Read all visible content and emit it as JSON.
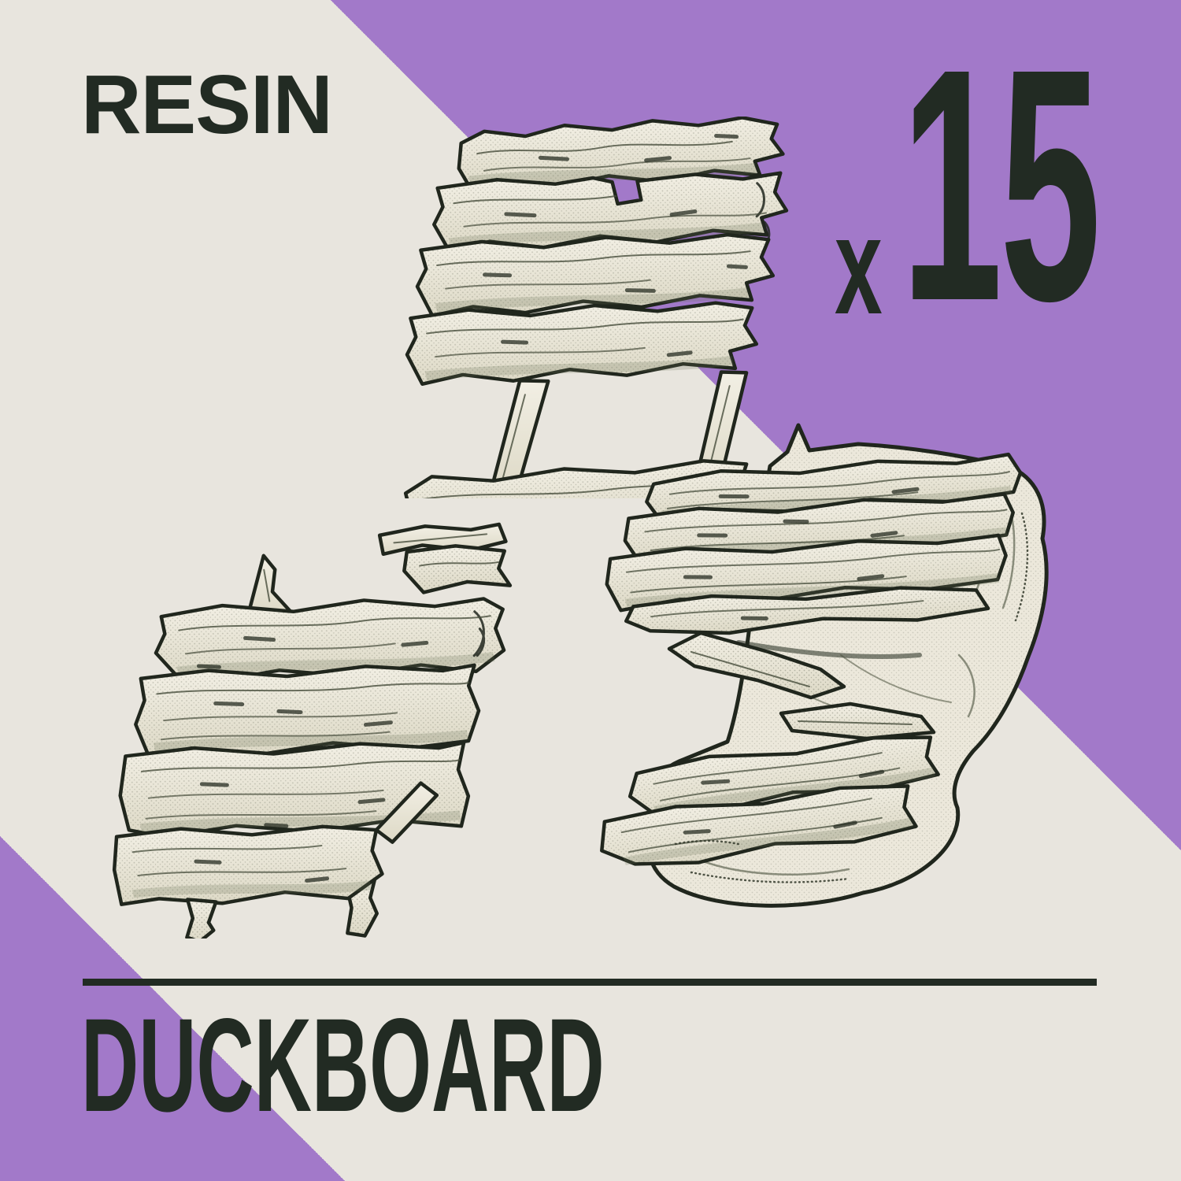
{
  "poster": {
    "material_label": "RESIN",
    "quantity": {
      "prefix": "x",
      "value": "15"
    },
    "product_name": "DUCKBOARD",
    "colors": {
      "cream_background": "#e8e5de",
      "purple_accent": "#a279c9",
      "ink_text": "#222b23",
      "illustration_fill": "#f1eee3",
      "illustration_shade": "#6a7056"
    },
    "illustrations": [
      {
        "icon": "duckboard-broken-section-illustration"
      },
      {
        "icon": "duckboard-section-with-legs-illustration"
      },
      {
        "icon": "duckboard-sunk-in-mud-illustration"
      }
    ]
  }
}
